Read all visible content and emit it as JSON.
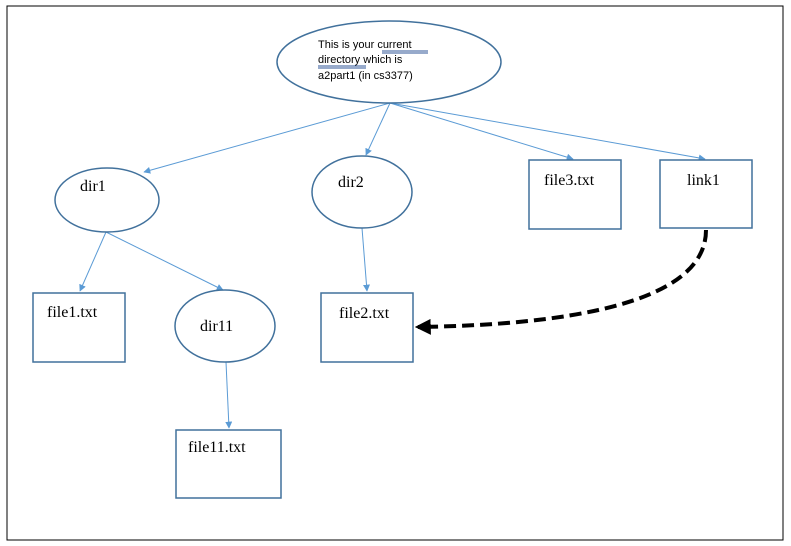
{
  "diagram": {
    "root": {
      "line1_text": "This is your",
      "line1_link": "current",
      "line2_link": "directory",
      "line2_text": "which is",
      "line3_text": "a2part1 (in cs3377)"
    },
    "nodes": {
      "dir1": "dir1",
      "dir2": "dir2",
      "file3": "file3.txt",
      "link1": "link1",
      "file1": "file1.txt",
      "dir11": "dir11",
      "file2": "file2.txt",
      "file11": "file11.txt"
    },
    "colors": {
      "node_stroke": "#41719c",
      "edge": "#5b9bd5",
      "symlink": "#000000",
      "link_underline": "#2f5597"
    }
  }
}
